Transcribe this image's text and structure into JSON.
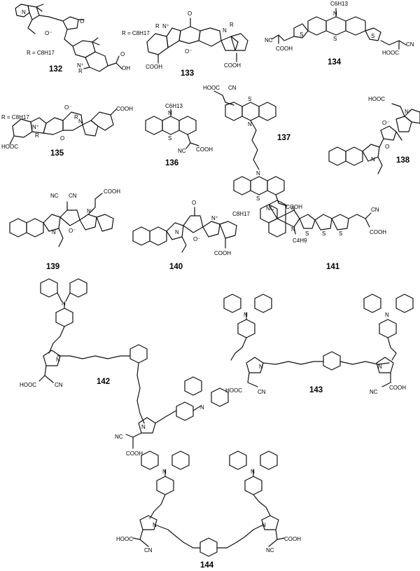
{
  "compounds": [
    {
      "id": "132",
      "label": "132",
      "r_def": "R = C8H17",
      "atoms": [
        "O",
        "O⁻",
        "N",
        "N⁺",
        "R",
        "OH",
        "O"
      ]
    },
    {
      "id": "133",
      "label": "133",
      "r_def": "R = C8H17",
      "atoms": [
        "O",
        "O⁻",
        "N⁺",
        "N",
        "R",
        "R",
        "COOH",
        "COOH"
      ]
    },
    {
      "id": "134",
      "label": "134",
      "atoms": [
        "C6H13",
        "N",
        "S",
        "S",
        "S",
        "NC",
        "COOH",
        "HOOC",
        "CN"
      ]
    },
    {
      "id": "135",
      "label": "135",
      "r_def": "R = C8H17",
      "atoms": [
        "O⁻",
        "O",
        "N⁺",
        "N",
        "R",
        "R",
        "COOH",
        "HOOC"
      ]
    },
    {
      "id": "136",
      "label": "136",
      "atoms": [
        "C6H13",
        "N",
        "S",
        "NC",
        "COOH"
      ]
    },
    {
      "id": "137",
      "label": "137",
      "atoms": [
        "HOOC",
        "CN",
        "S",
        "N",
        "N",
        "S",
        "NC",
        "COOH"
      ]
    },
    {
      "id": "138",
      "label": "138",
      "atoms": [
        "HOOC",
        "O⁻",
        "N⁺",
        "O",
        "N"
      ]
    },
    {
      "id": "139",
      "label": "139",
      "atoms": [
        "NC",
        "CN",
        "COOH",
        "N",
        "N⁺",
        "O⁻"
      ]
    },
    {
      "id": "140",
      "label": "140",
      "atoms": [
        "O",
        "C8H17",
        "N",
        "N⁺",
        "O⁻",
        "COOH"
      ]
    },
    {
      "id": "141",
      "label": "141",
      "atoms": [
        "N",
        "N",
        "C4H9",
        "S",
        "S",
        "S",
        "CN",
        "COOH"
      ]
    },
    {
      "id": "142",
      "label": "142",
      "atoms": [
        "N",
        "N",
        "HOOC",
        "CN",
        "N",
        "N",
        "NC",
        "COOH"
      ]
    },
    {
      "id": "143",
      "label": "143",
      "atoms": [
        "N",
        "N",
        "N",
        "N",
        "HOOC",
        "CN",
        "NC",
        "COOH"
      ]
    },
    {
      "id": "144",
      "label": "144",
      "atoms": [
        "N",
        "N",
        "N",
        "N",
        "HOOC",
        "CN",
        "NC",
        "COOH"
      ]
    }
  ]
}
